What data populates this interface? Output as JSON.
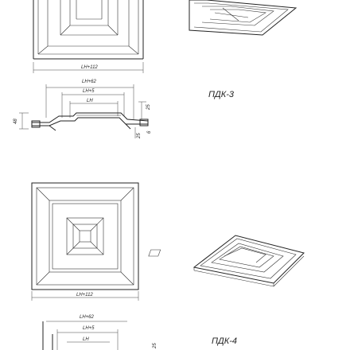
{
  "pdk3": {
    "title": "ПДК-3",
    "dim_overall": "LН+112",
    "dim_outer": "LН+62",
    "dim_mid": "LН+5",
    "dim_inner": "LН",
    "dim_height": "25",
    "dim_left": "48",
    "dim_small": "25",
    "dim_side": "6"
  },
  "pdk4": {
    "title": "ПДК-4",
    "dim_overall": "LН+112",
    "dim_outer": "LН+62",
    "dim_mid": "LН+5",
    "dim_inner": "LН",
    "dim_height": "25"
  }
}
